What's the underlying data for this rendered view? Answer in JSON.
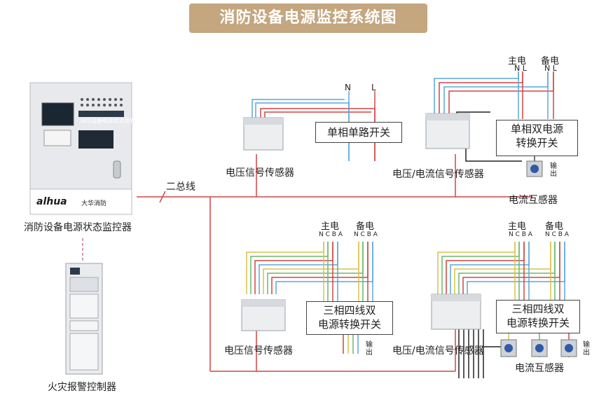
{
  "title": "消防设备电源监控系统图",
  "monitor": {
    "label": "消防设备电源状态监控器",
    "screen_title": "消防设备电源状态监控器",
    "brand": "alhua",
    "brand_cn": "大华消防"
  },
  "fire_controller": {
    "label": "火灾报警控制器"
  },
  "bus_label": "二总线",
  "sensors": {
    "s1": "电压信号传感器",
    "s2": "电压/电流信号传感器",
    "s3": "电压信号传感器",
    "s4": "电压/电流信号传感器"
  },
  "switches": {
    "sw1": "单相单路开关",
    "sw2_l1": "单相双电源",
    "sw2_l2": "转换开关",
    "sw3_l1": "三相四线双",
    "sw3_l2": "电源转换开关",
    "sw4_l1": "三相四线双",
    "sw4_l2": "电源转换开关"
  },
  "ct_labels": {
    "ct1": "电流互感器",
    "ct2": "电流互感器"
  },
  "terminals": {
    "N": "N",
    "L": "L",
    "main": "主电",
    "backup": "备电",
    "NL": "N L",
    "NCBA": "N C B A",
    "output": "输出"
  },
  "colors": {
    "title_bg": "#c4a67f",
    "red": "#d04545",
    "blue": "#5aa7d8",
    "yellow": "#d8c24a",
    "green": "#6bb86b",
    "black": "#222222",
    "pink": "#c77c90"
  }
}
